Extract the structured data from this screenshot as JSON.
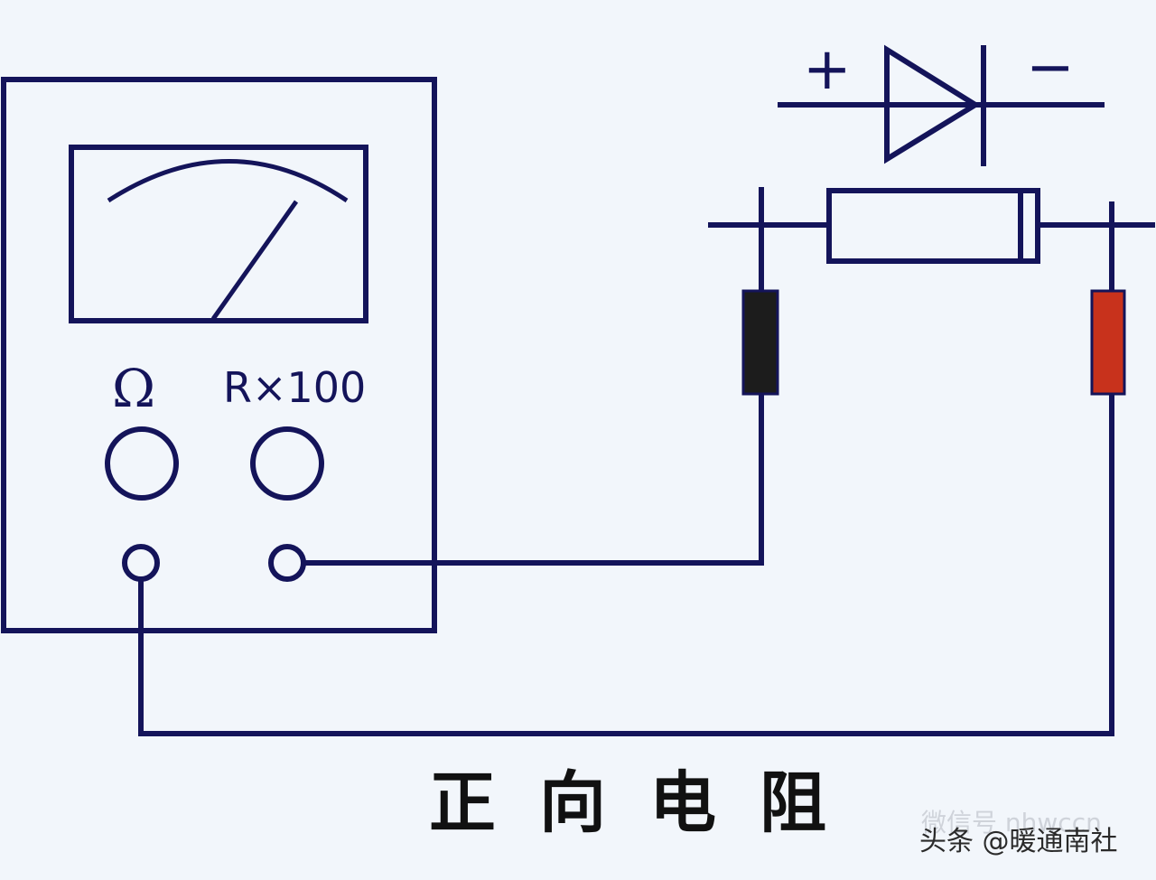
{
  "meter": {
    "function_symbol": "Ω",
    "range_label": "R×100"
  },
  "diode_symbol": {
    "plus": "+",
    "minus": "−"
  },
  "probes": {
    "black_color": "#1c1c1c",
    "red_color": "#c8321c"
  },
  "caption": "正向电阻",
  "watermark": {
    "faint": "微信号 nhwccn",
    "main": "头条 @暖通南社"
  },
  "colors": {
    "line": "#14145a",
    "background": "#f2f6fb"
  }
}
